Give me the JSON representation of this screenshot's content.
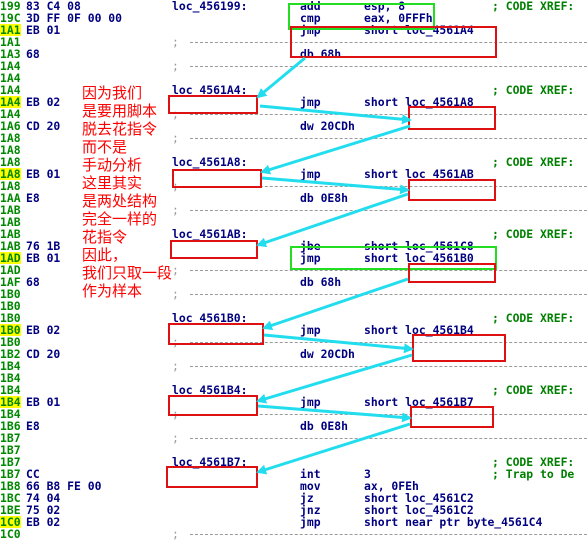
{
  "lines": [
    {
      "addr": "199",
      "bytes": "83 C4 08",
      "label": "loc_456199:",
      "mnem": "add",
      "ops": "esp, 8",
      "cmt": "; CODE XREF:"
    },
    {
      "addr": "19C",
      "bytes": "3D FF 0F 00 00",
      "mnem": "cmp",
      "ops": "eax, 0FFFh"
    },
    {
      "addr": "1A1",
      "bytes": "EB 01",
      "mnem": "jmp",
      "ops": "short loc_4561A4"
    },
    {
      "addr": "1A1",
      "semi": ";"
    },
    {
      "addr": "1A3",
      "bytes": "68",
      "mnem": "db 68h"
    },
    {
      "addr": "1A4",
      "semi": ";"
    },
    {
      "addr": "1A4"
    },
    {
      "addr": "1A4",
      "label": "loc_4561A4:",
      "cmt": "; CODE XREF:"
    },
    {
      "addr": "1A4",
      "bytes": "EB 02",
      "mnem": "jmp",
      "ops": "short loc_4561A8"
    },
    {
      "addr": "1A4",
      "semi": ";"
    },
    {
      "addr": "1A6",
      "bytes": "CD 20",
      "mnem": "dw 20CDh"
    },
    {
      "addr": "1A8",
      "semi": ";"
    },
    {
      "addr": "1A8"
    },
    {
      "addr": "1A8",
      "label": "loc_4561A8:",
      "cmt": "; CODE XREF:"
    },
    {
      "addr": "1A8",
      "bytes": "EB 01",
      "mnem": "jmp",
      "ops": "short loc_4561AB"
    },
    {
      "addr": "1A8",
      "semi": ";"
    },
    {
      "addr": "1AA",
      "bytes": "E8",
      "mnem": "db 0E8h"
    },
    {
      "addr": "1AB",
      "semi": ";"
    },
    {
      "addr": "1AB"
    },
    {
      "addr": "1AB",
      "label": "loc_4561AB:",
      "cmt": "; CODE XREF:"
    },
    {
      "addr": "1AB",
      "bytes": "76 1B",
      "mnem": "jbe",
      "ops": "short loc_4561C8"
    },
    {
      "addr": "1AD",
      "bytes": "EB 01",
      "mnem": "jmp",
      "ops": "short loc_4561B0"
    },
    {
      "addr": "1AD",
      "semi": ";"
    },
    {
      "addr": "1AF",
      "bytes": "68",
      "mnem": "db 68h"
    },
    {
      "addr": "1B0",
      "semi": ";"
    },
    {
      "addr": "1B0"
    },
    {
      "addr": "1B0",
      "label": "loc_4561B0:",
      "cmt": "; CODE XREF:"
    },
    {
      "addr": "1B0",
      "bytes": "EB 02",
      "mnem": "jmp",
      "ops": "short loc_4561B4"
    },
    {
      "addr": "1B0",
      "semi": ";"
    },
    {
      "addr": "1B2",
      "bytes": "CD 20",
      "mnem": "dw 20CDh"
    },
    {
      "addr": "1B4",
      "semi": ";"
    },
    {
      "addr": "1B4"
    },
    {
      "addr": "1B4",
      "label": "loc_4561B4:",
      "cmt": "; CODE XREF:"
    },
    {
      "addr": "1B4",
      "bytes": "EB 01",
      "mnem": "jmp",
      "ops": "short loc_4561B7"
    },
    {
      "addr": "1B4",
      "semi": ";"
    },
    {
      "addr": "1B6",
      "bytes": "E8",
      "mnem": "db 0E8h"
    },
    {
      "addr": "1B7",
      "semi": ";"
    },
    {
      "addr": "1B7"
    },
    {
      "addr": "1B7",
      "label": "loc_4561B7:",
      "cmt": "; CODE XREF:"
    },
    {
      "addr": "1B7",
      "bytes": "CC",
      "mnem": "int",
      "ops": "3",
      "cmt": "; Trap to De"
    },
    {
      "addr": "1B8",
      "bytes": "66 B8 FE 00",
      "mnem": "mov",
      "ops": "ax, 0FEh"
    },
    {
      "addr": "1BC",
      "bytes": "74 04",
      "mnem": "jz",
      "ops": "short loc_4561C2"
    },
    {
      "addr": "1BE",
      "bytes": "75 02",
      "mnem": "jnz",
      "ops": "short loc_4561C2"
    },
    {
      "addr": "1C0",
      "bytes": "EB 02",
      "mnem": "jmp",
      "ops": "short near ptr byte_4561C4"
    },
    {
      "addr": "1C0",
      "semi": ";"
    }
  ],
  "annotation": "因为我们\n是要用脚本\n脱去花指令\n而不是\n手动分析\n这里其实\n是两处结构\n完全一样的\n花指令\n因此，\n我们只取一段\n作为样本",
  "colors": {
    "address": "#008800",
    "code": "#000080",
    "comment": "#008000",
    "highlight_box": "#dd1111",
    "green_box": "#22dd22",
    "arrow": "#22ddee",
    "annotation": "#ff0000"
  }
}
